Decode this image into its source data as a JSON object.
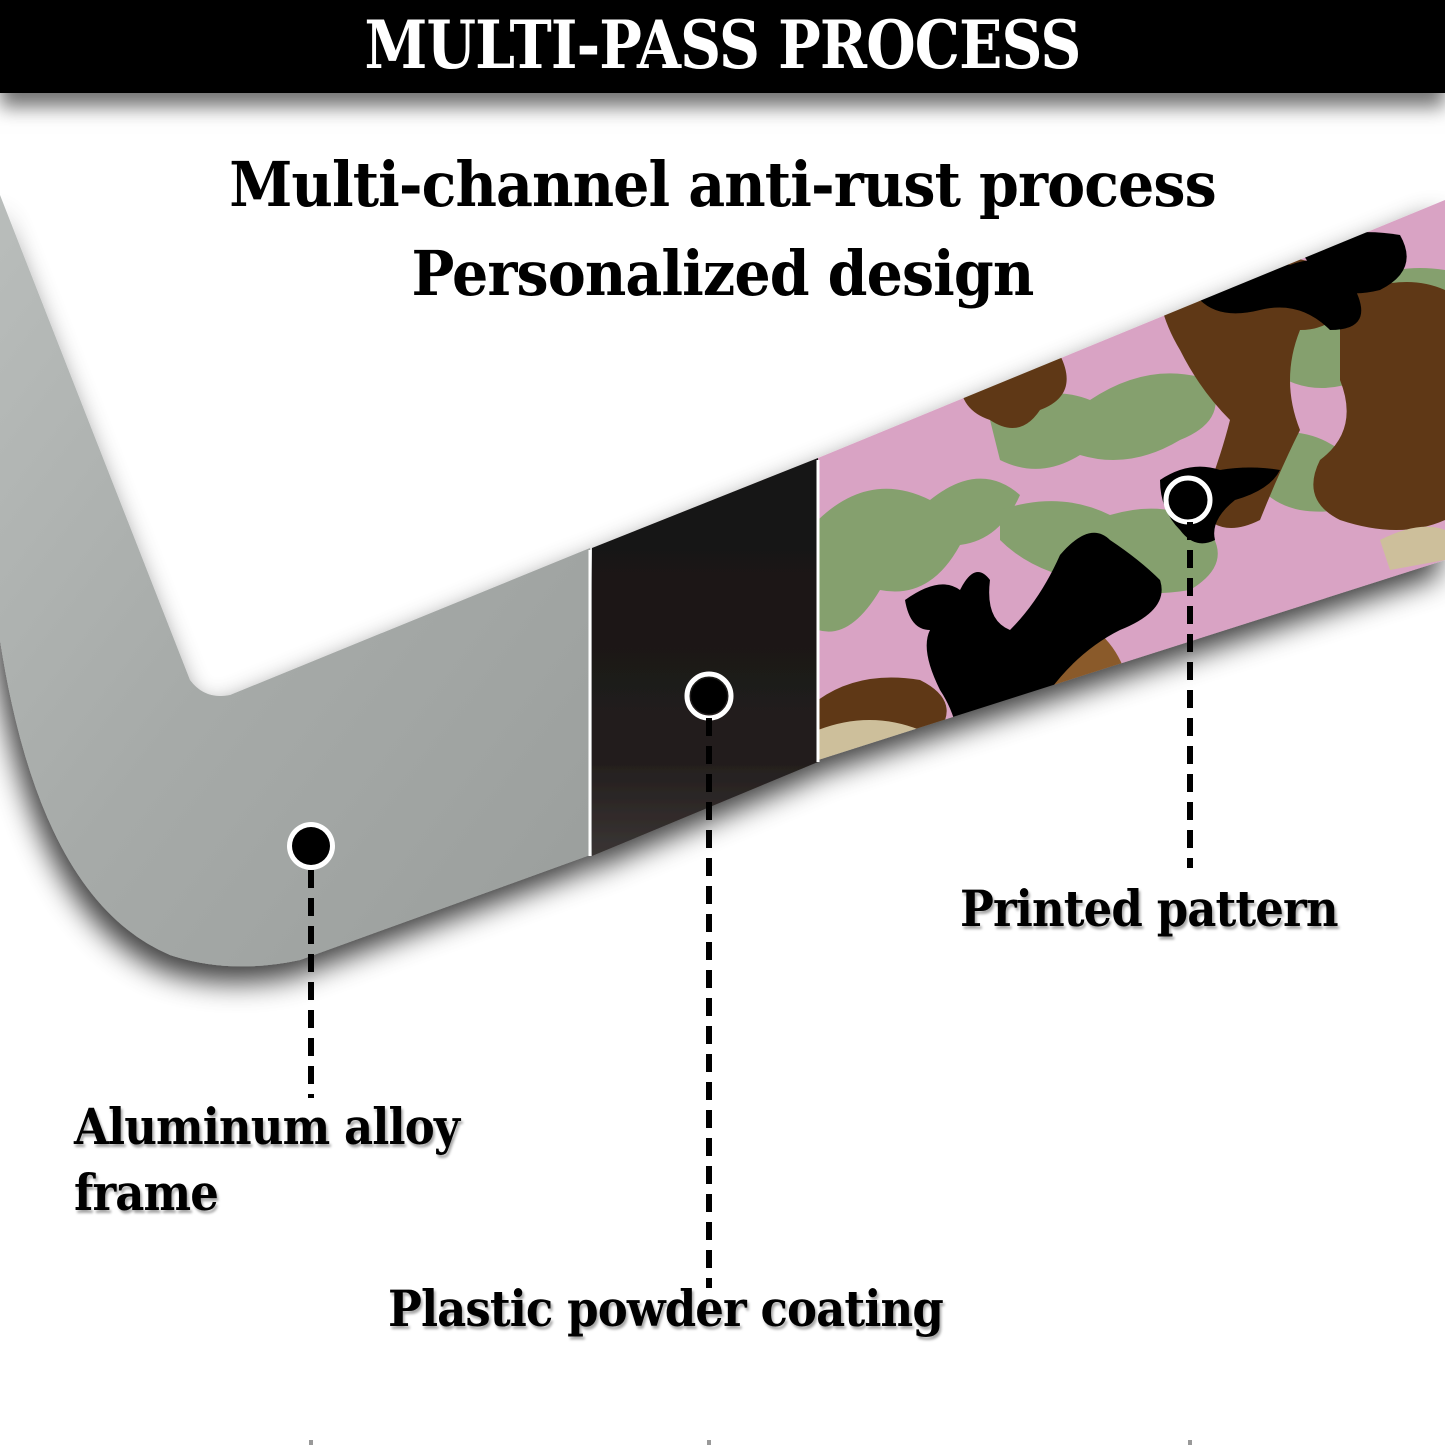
{
  "banner": {
    "title": "MULTI-PASS PROCESS",
    "background": "#000000",
    "text_color": "#ffffff"
  },
  "headline": {
    "line1": "Multi-channel anti-rust process",
    "line2": "Personalized design"
  },
  "callouts": [
    {
      "id": "aluminum",
      "label_line1": "Aluminum alloy",
      "label_line2": "frame",
      "marker": "circle-dot",
      "region_color": "#a9adab"
    },
    {
      "id": "plastic",
      "label": "Plastic powder coating",
      "marker": "circle-ring",
      "region_color": "#1e1a19"
    },
    {
      "id": "printed",
      "label": "Printed pattern",
      "marker": "circle-ring",
      "region_color": "#d9a3c3"
    }
  ],
  "camo_colors": {
    "pink": "#d9a3c4",
    "green": "#85a06e",
    "brown": "#5e3815",
    "black": "#000000",
    "tan": "#cdbf9b"
  }
}
